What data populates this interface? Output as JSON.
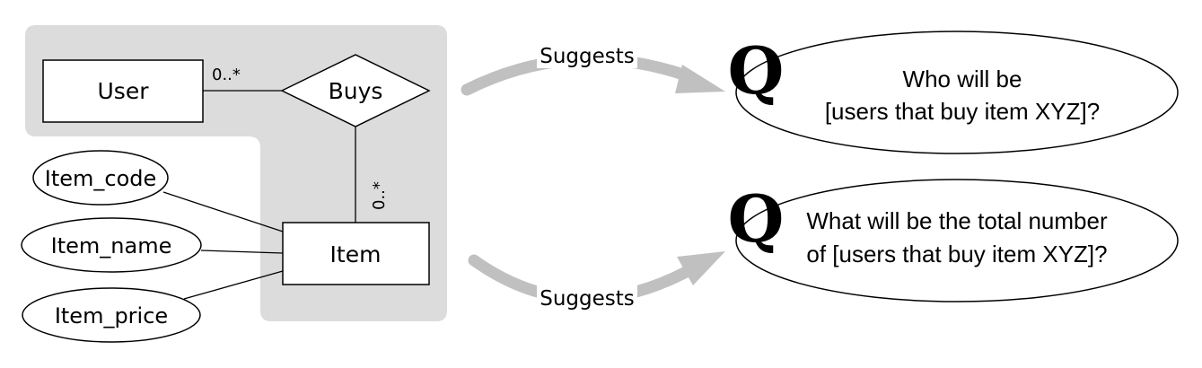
{
  "er": {
    "user_label": "User",
    "buys_label": "Buys",
    "item_label": "Item",
    "user_multiplicity": "0..*",
    "item_multiplicity": "0..*",
    "attributes": [
      "Item_code",
      "Item_name",
      "Item_price"
    ]
  },
  "arrows": {
    "top_label": "Suggests",
    "bottom_label": "Suggests"
  },
  "questions": [
    {
      "marker": "Q",
      "line1": "Who will be",
      "line2": "[users that buy item XYZ]?"
    },
    {
      "marker": "Q",
      "line1": "What will be the total number",
      "line2": "of [users that buy item XYZ]?"
    }
  ],
  "colors": {
    "highlight_region": "#dcdcdc",
    "arrow": "#c0c0c0",
    "stroke": "#000000"
  }
}
